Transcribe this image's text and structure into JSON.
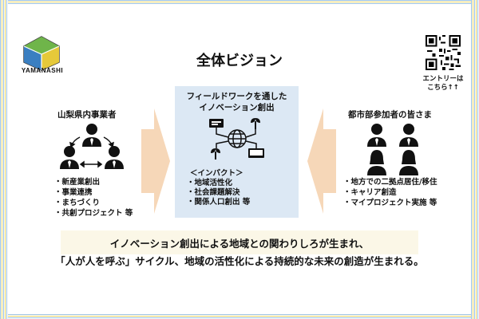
{
  "brand": {
    "logo_text": "YAMANASHI"
  },
  "title": "全体ビジョン",
  "qr": {
    "note_line1": "エントリーは",
    "note_line2": "こちら↑↑"
  },
  "left": {
    "title": "山梨県内事業者",
    "items": [
      "・新産業創出",
      "・事業連携",
      "・まちづくり",
      "・共創プロジェクト 等"
    ]
  },
  "center": {
    "title_line1": "フィールドワークを通した",
    "title_line2": "イノベーション創出",
    "impact_head": "＜インパクト＞",
    "impact_items": [
      "・地域活性化",
      "・社会課題解決",
      "・関係人口創出 等"
    ]
  },
  "right": {
    "title": "都市部参加者の皆さま",
    "items": [
      "・地方での二拠点居住/移住",
      "・キャリア創造",
      "・マイプロジェクト実施 等"
    ]
  },
  "bottom": {
    "line1": "イノベーション創出による地域との関わりしろが生まれ、",
    "line2": "「人が人を呼ぶ」サイクル、地域の活性化による持続的な未来の創造が生まれる。"
  },
  "colors": {
    "center_box": "#dce8f4",
    "arrow": "#f6d7b8",
    "bottom_band": "#fbf7e7"
  }
}
